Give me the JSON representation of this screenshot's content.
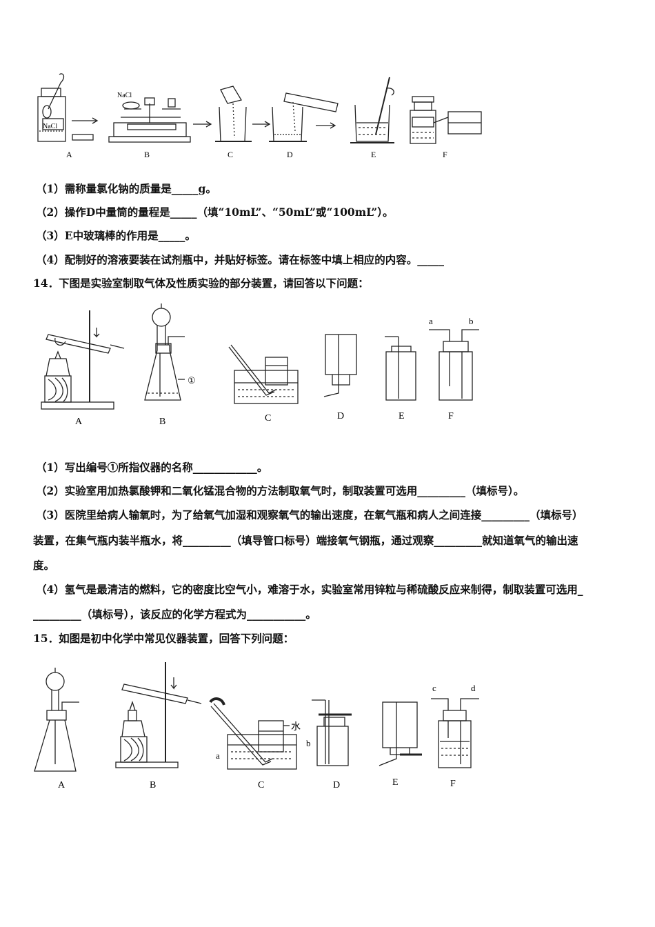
{
  "fig1": {
    "labels": [
      "A",
      "B",
      "C",
      "D",
      "E",
      "F"
    ],
    "nacl_jar": "NaCl",
    "nacl_top": "NaCl"
  },
  "q13": [
    "（1）需称量氯化钠的质量是_____g。",
    "（2）操作D中量筒的量程是_____（填“10mL”、“50mL”或“100mL”）。",
    "（3）E中玻璃棒的作用是_____。",
    "（4）配制好的溶液要装在试剂瓶中，并贴好标签。请在标签中填上相应的内容。_____"
  ],
  "q14": {
    "title": "14．下图是实验室制取气体及性质实验的部分装置，请回答以下问题：",
    "labels": [
      "A",
      "B",
      "C",
      "D",
      "E",
      "F"
    ],
    "marker": "①",
    "port_a": "a",
    "port_b": "b",
    "questions": [
      "（1）写出编号①所指仪器的名称____________。",
      "（2）实验室用加热氯酸钾和二氧化锰混合物的方法制取氧气时，制取装置可选用_________（填标号）。",
      "（3）医院里给病人输氧时，为了给氧气加湿和观察氧气的输出速度，在氧气瓶和病人之间连接_________（填标号）",
      "装置，在集气瓶内装半瓶水，将_________（填导管口标号）端接氧气钢瓶，通过观察_________就知道氧气的输出速",
      "度。",
      "（4）氢气是最清洁的燃料，它的密度比空气小，难溶于水，实验室常用锌粒与稀硫酸反应来制得，制取装置可选用_",
      "_________（填标号），该反应的化学方程式为___________。"
    ]
  },
  "q15": {
    "title": "15．如图是初中化学中常见仪器装置，回答下列问题：",
    "labels": [
      "A",
      "B",
      "C",
      "D",
      "E",
      "F"
    ],
    "water": "水",
    "port_a": "a",
    "port_b": "b",
    "port_c": "c",
    "port_d": "d"
  }
}
